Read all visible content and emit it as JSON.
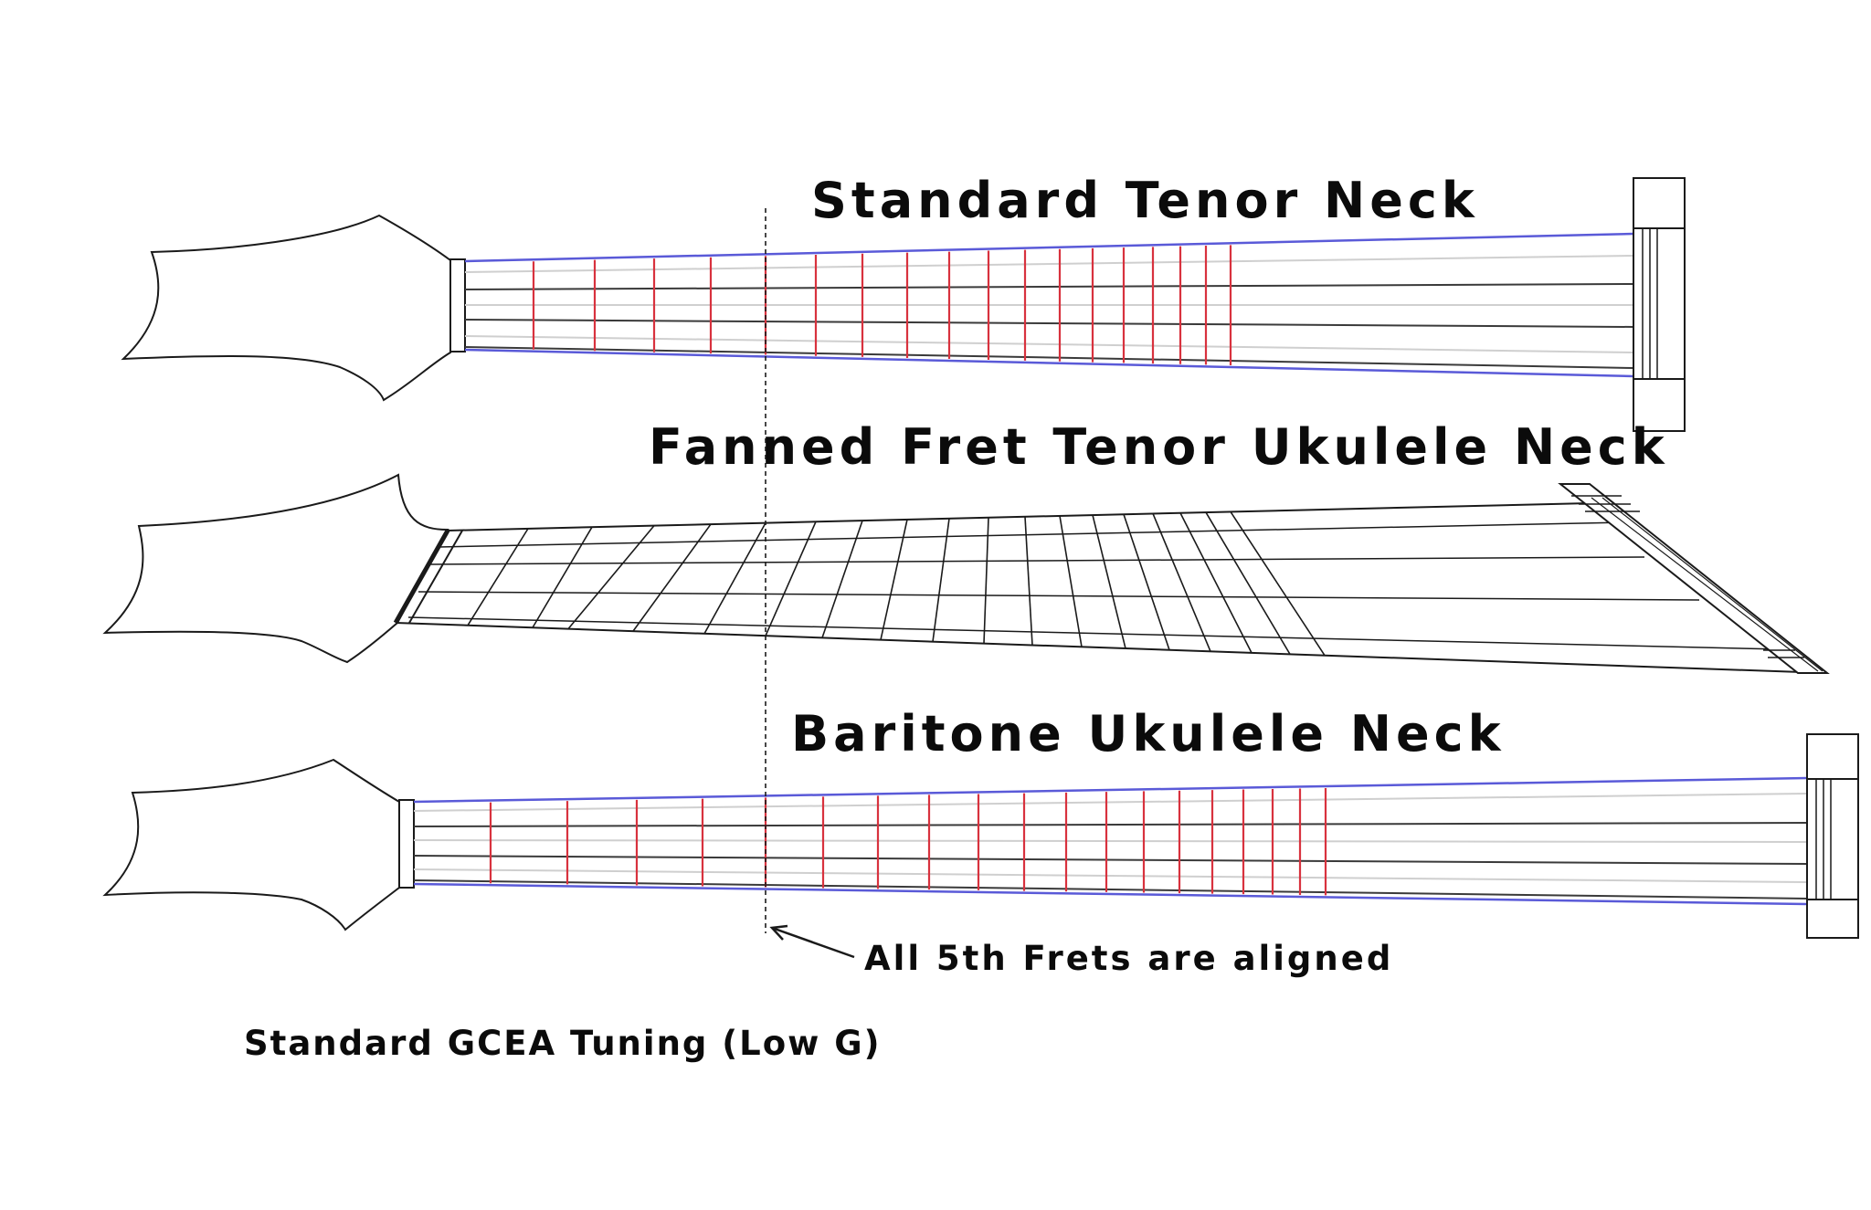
{
  "diagram": {
    "necks": [
      {
        "id": "standard-tenor",
        "title": "Standard Tenor Neck",
        "frets": "straight"
      },
      {
        "id": "fanned-tenor",
        "title": "Fanned Fret Tenor Ukulele Neck",
        "frets": "fanned"
      },
      {
        "id": "baritone",
        "title": "Baritone Ukulele Neck",
        "frets": "straight"
      }
    ],
    "annotation": "All 5th Frets are aligned",
    "tuning": "Standard GCEA Tuning (Low G)",
    "colors": {
      "fret": "#d8323e",
      "fret_fanned": "#1a1a1a",
      "edge": "#5a5ad8",
      "string": "#3a3a3a",
      "outline": "#1a1a1a",
      "guide": "#1a1a1a"
    }
  }
}
